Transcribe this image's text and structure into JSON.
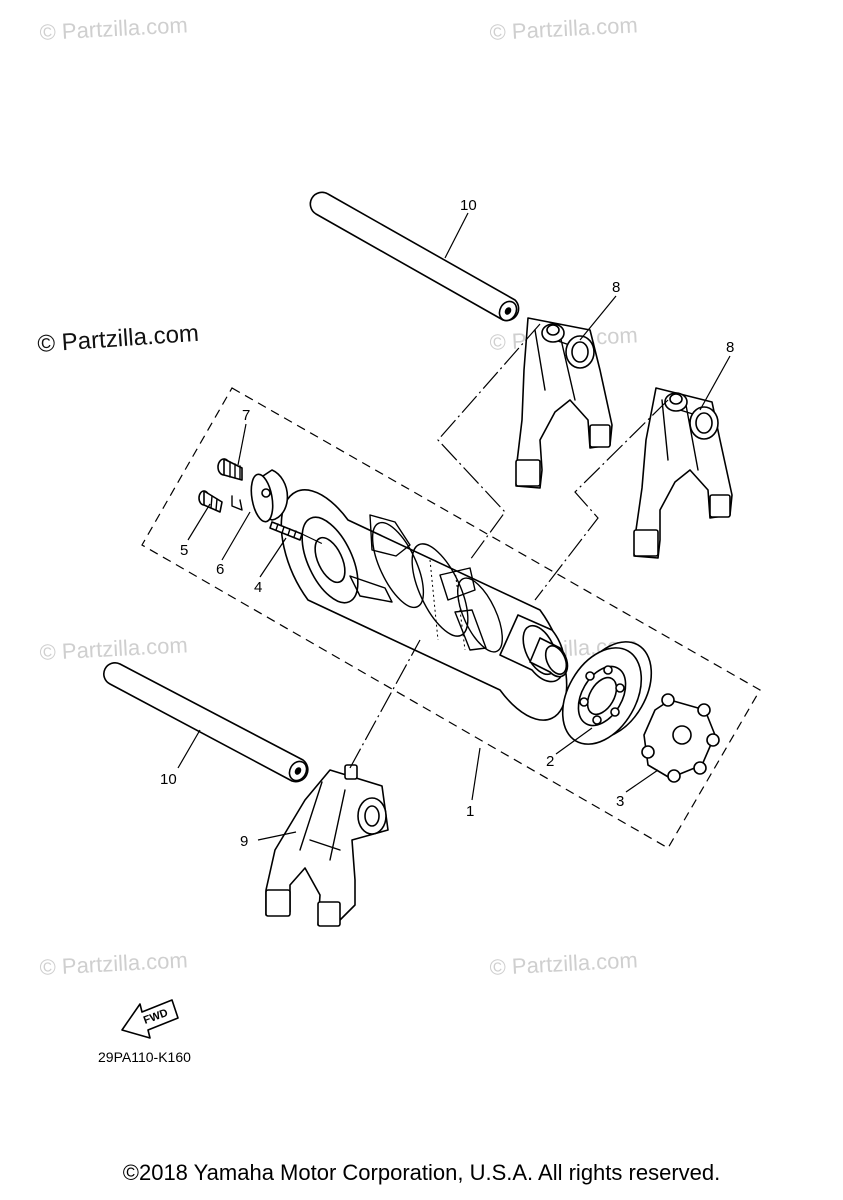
{
  "watermark": "© Partzilla.com",
  "callouts": {
    "c1": "1",
    "c2": "2",
    "c3": "3",
    "c4": "4",
    "c5": "5",
    "c6": "6",
    "c7": "7",
    "c8a": "8",
    "c8b": "8",
    "c9": "9",
    "c10a": "10",
    "c10b": "10"
  },
  "fwd_label": "FWD",
  "diagram_code": "29PA110-K160",
  "copyright": "©2018 Yamaha Motor Corporation, U.S.A. All rights reserved."
}
